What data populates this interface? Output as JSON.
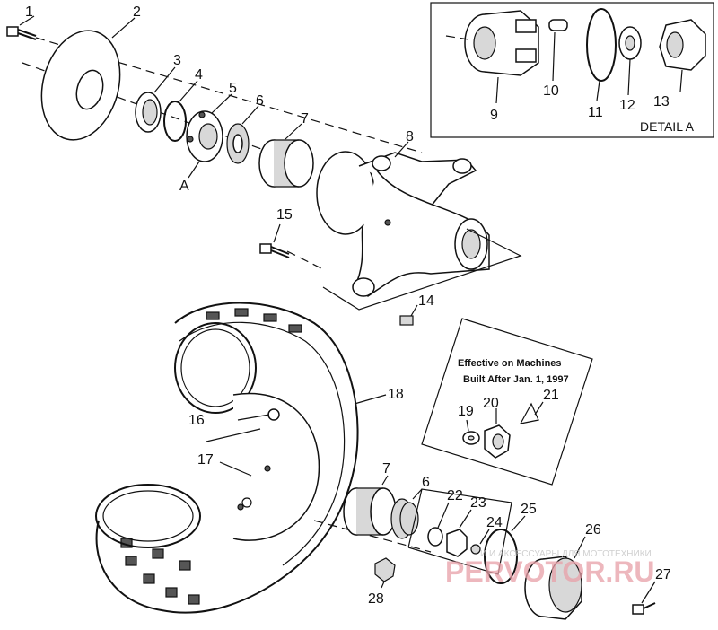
{
  "labels": {
    "p1": "1",
    "p2": "2",
    "p3": "3",
    "p4": "4",
    "p5": "5",
    "p6a": "6",
    "p7a": "7",
    "p8": "8",
    "p9": "9",
    "p10": "10",
    "p11": "11",
    "p12": "12",
    "p13": "13",
    "p14": "14",
    "p15": "15",
    "p16": "16",
    "p17": "17",
    "p18": "18",
    "p19": "19",
    "p20": "20",
    "p21": "21",
    "p22": "22",
    "p23": "23",
    "p24": "24",
    "p25": "25",
    "p26": "26",
    "p27": "27",
    "p28": "28",
    "p6b": "6",
    "p7b": "7",
    "pA": "A"
  },
  "detail_label": "DETAIL A",
  "note": {
    "line1": "Effective on Machines",
    "line2": "Built After Jan. 1, 1997"
  },
  "watermark": {
    "brand": "PERVOTOR.RU",
    "tagline": "И И АКСЕССУАРЫ ДЛЯ МОТОТЕХНИКИ"
  },
  "colors": {
    "ink": "#111111",
    "watermark": "#e8a0a8",
    "watermark_text": "#c0c0c0"
  }
}
